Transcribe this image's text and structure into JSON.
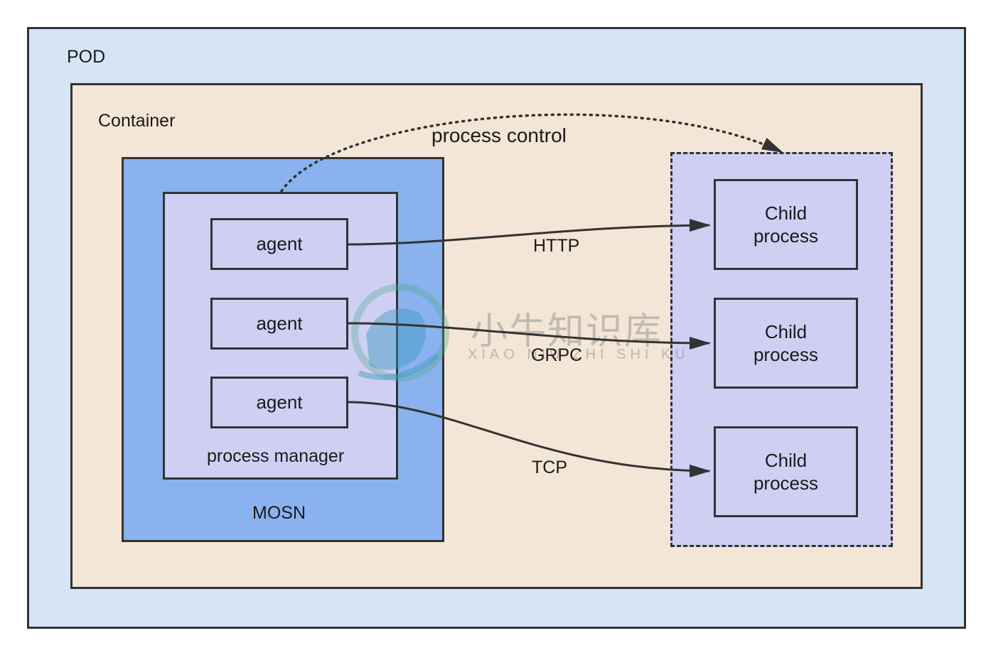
{
  "pod": {
    "label": "POD"
  },
  "container": {
    "label": "Container"
  },
  "mosn": {
    "label": "MOSN"
  },
  "process_manager": {
    "label": "process manager"
  },
  "agents": [
    {
      "label": "agent"
    },
    {
      "label": "agent"
    },
    {
      "label": "agent"
    }
  ],
  "children": [
    {
      "line1": "Child",
      "line2": "process"
    },
    {
      "line1": "Child",
      "line2": "process"
    },
    {
      "line1": "Child",
      "line2": "process"
    }
  ],
  "edges": {
    "process_control": "process control",
    "http": "HTTP",
    "grpc": "GRPC",
    "tcp": "TCP"
  },
  "watermark": {
    "chinese": "小牛知识库",
    "latin": "XIAO NIU ZHI SHI KU"
  },
  "colors": {
    "pod_fill": "#d6e4f6",
    "container_fill": "#f4e6d6",
    "mosn_fill": "#8ab2ee",
    "process_fill": "#cfcff4",
    "stroke": "#333333"
  }
}
